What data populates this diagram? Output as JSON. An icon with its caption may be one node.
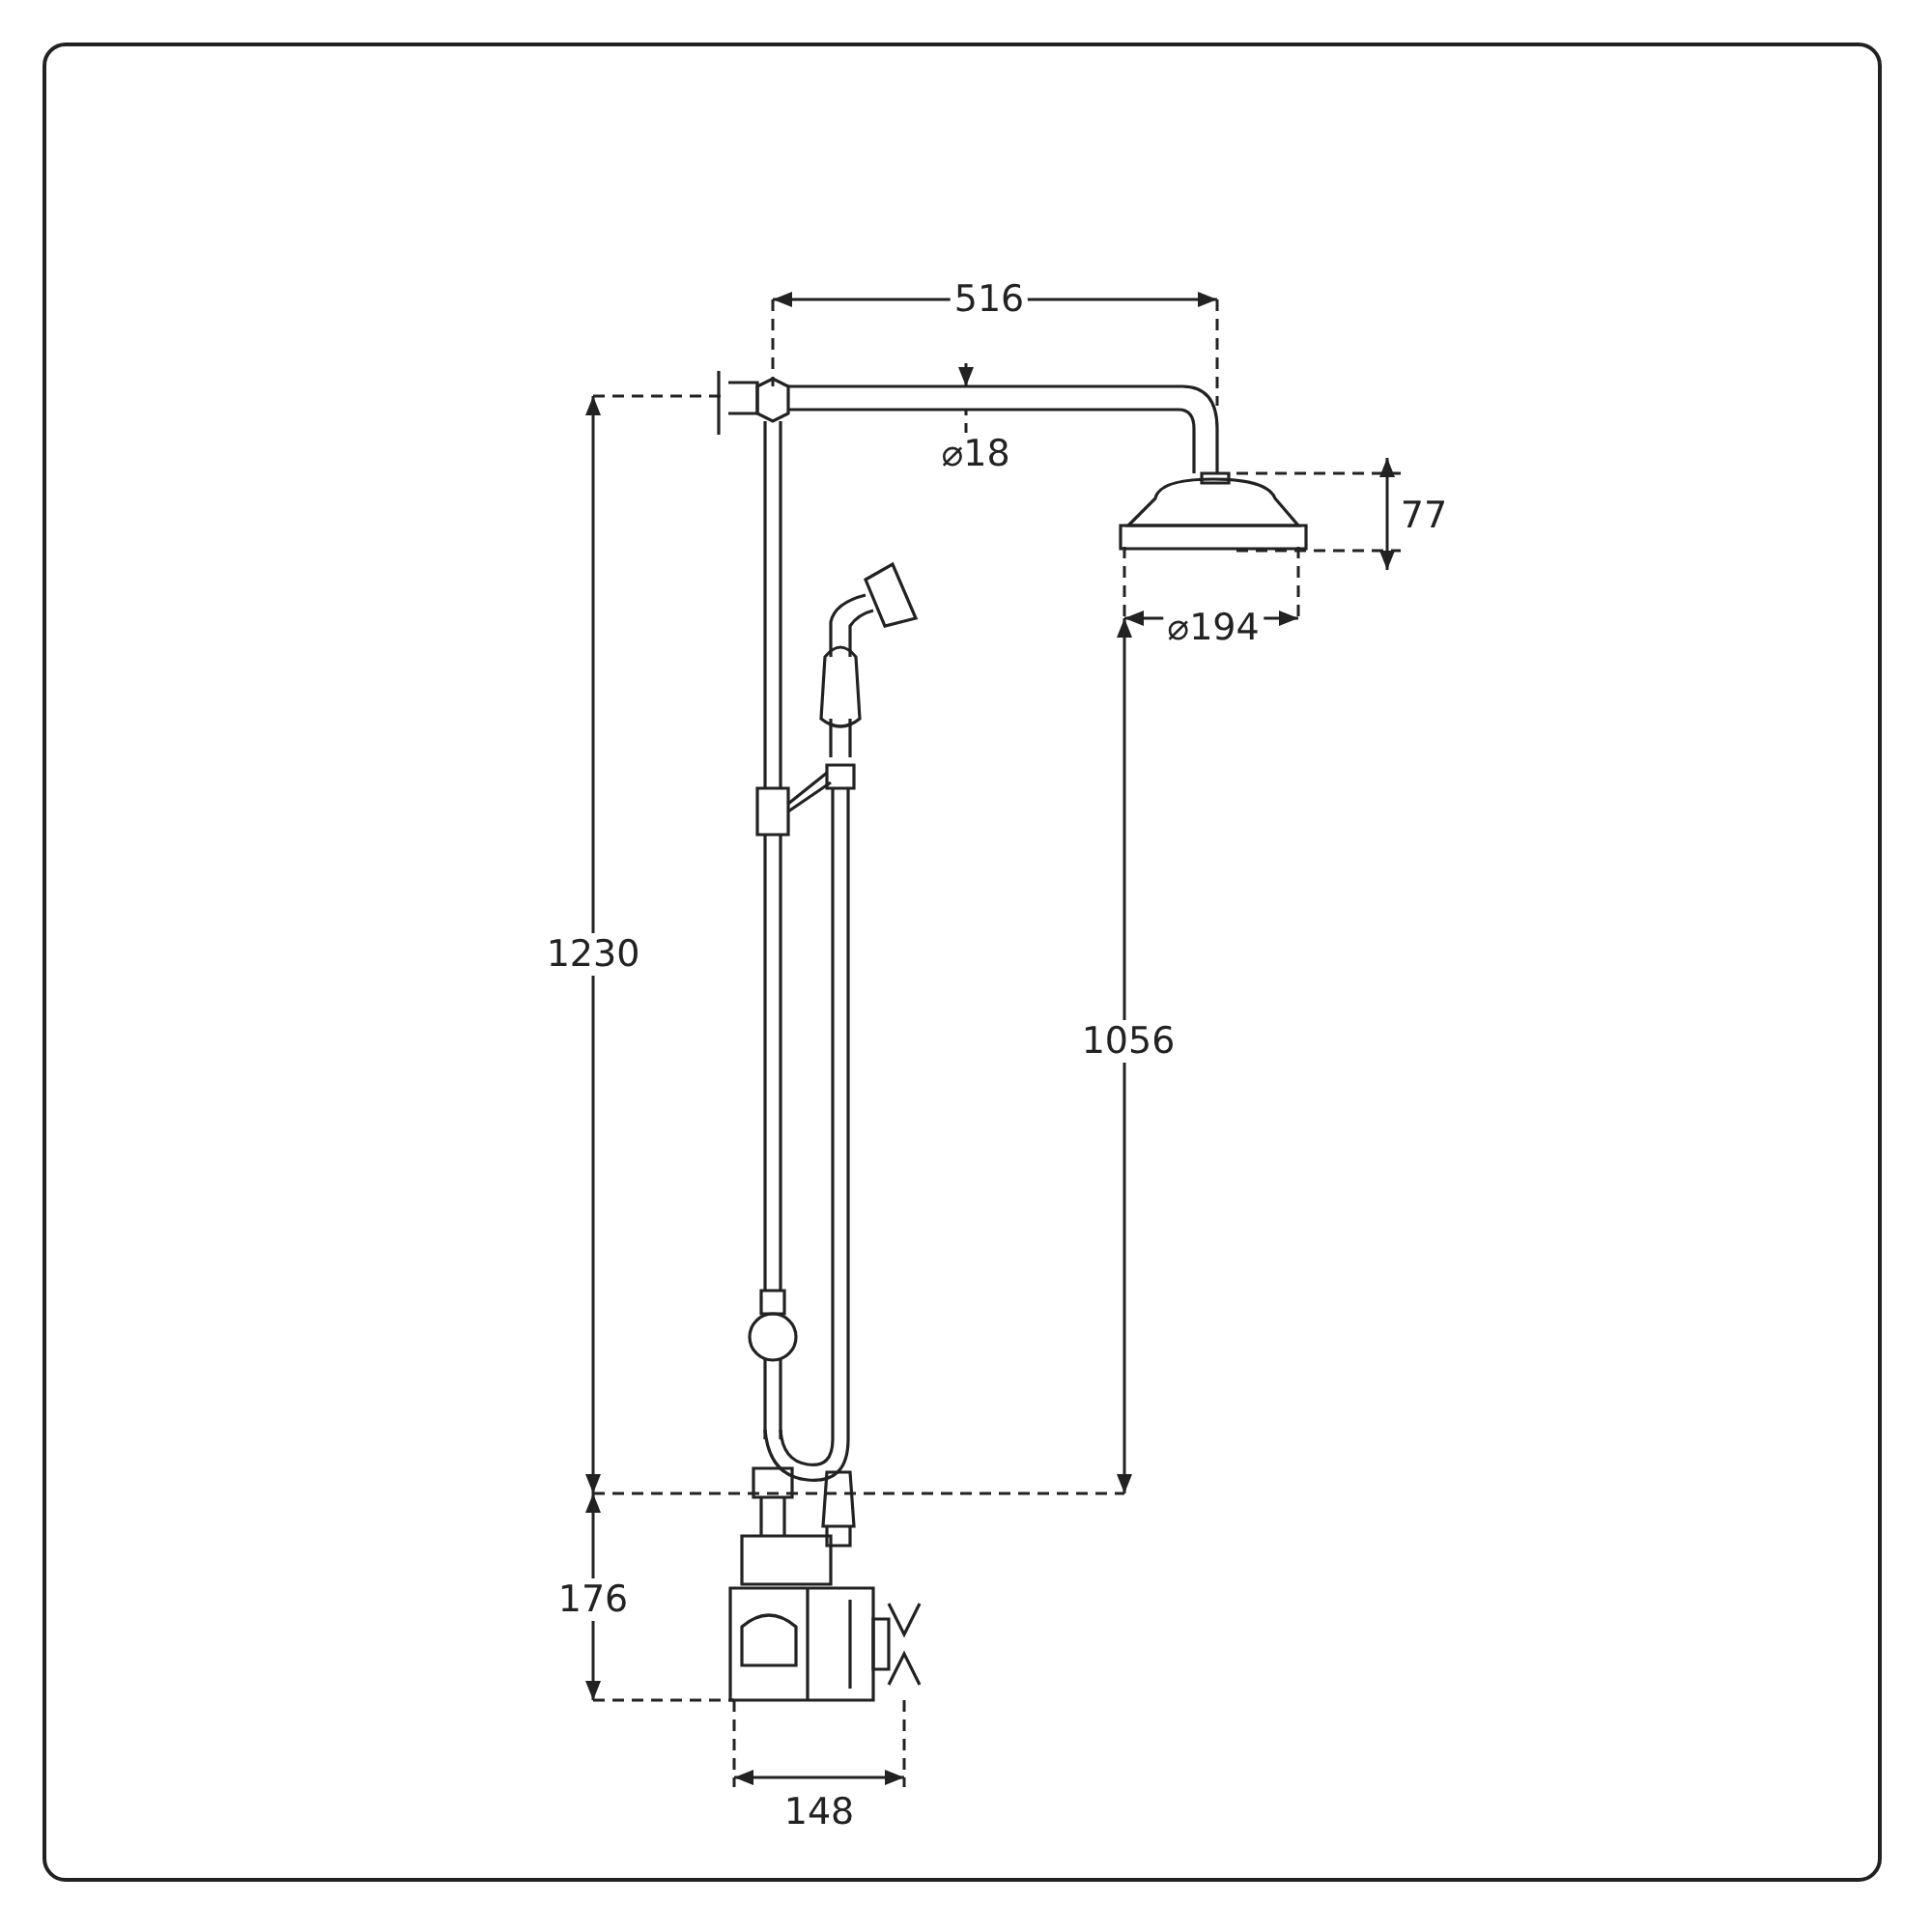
{
  "diagram": {
    "labels": [
      "516",
      "⌀18",
      "77",
      "⌀194",
      "1230",
      "1056",
      "176",
      "148"
    ]
  }
}
